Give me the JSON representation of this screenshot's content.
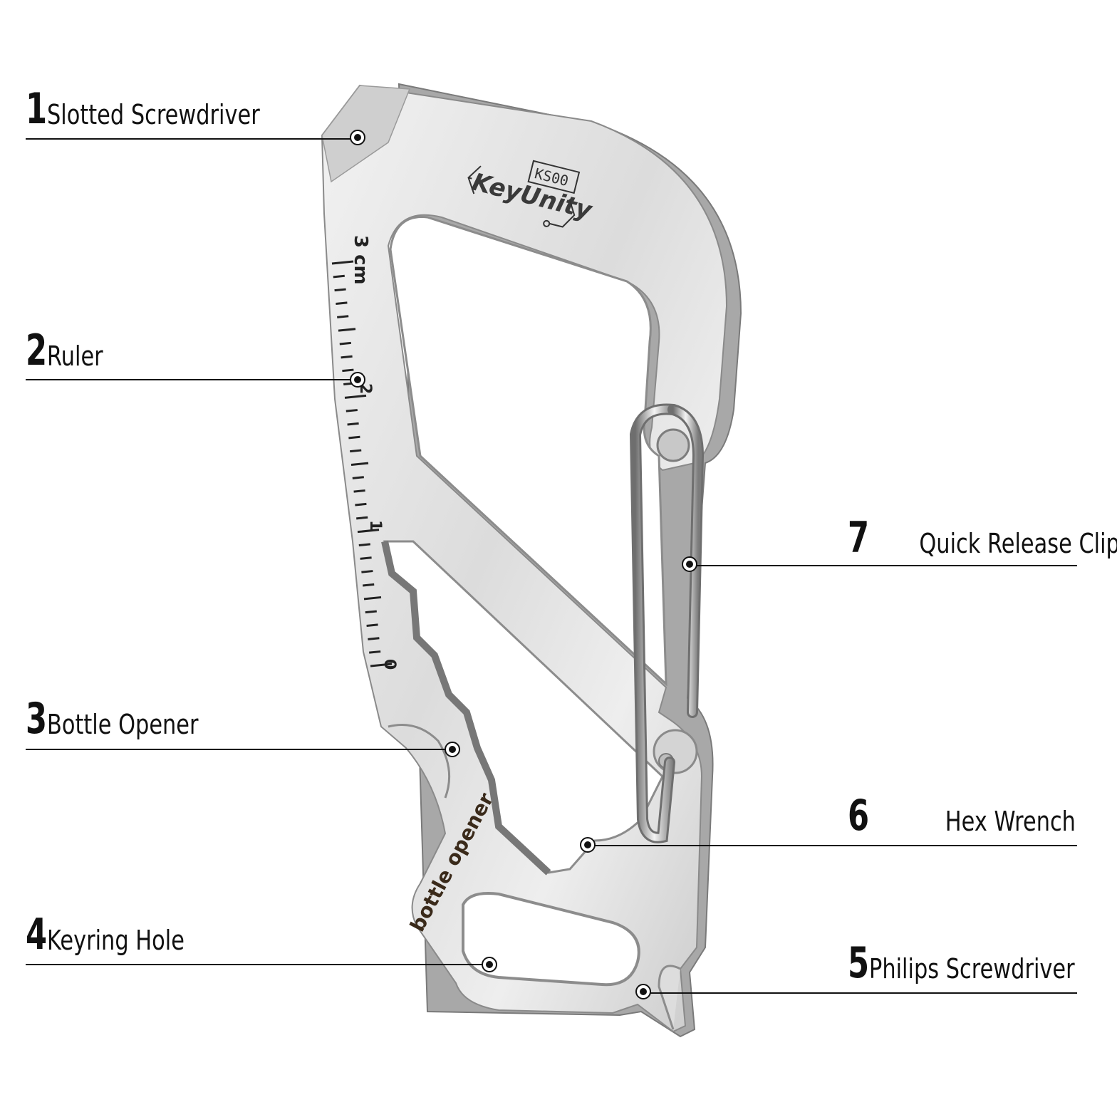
{
  "brand": {
    "logo_text": "KeyUnity",
    "model": "KS00"
  },
  "ruler": {
    "unit_label": "3 cm",
    "tick_labels": [
      "0",
      "1",
      "2"
    ]
  },
  "engraving": "bottle opener",
  "callouts": [
    {
      "number": "1",
      "label": "Slotted Screwdriver"
    },
    {
      "number": "2",
      "label": "Ruler"
    },
    {
      "number": "3",
      "label": "Bottle Opener"
    },
    {
      "number": "4",
      "label": "Keyring Hole"
    },
    {
      "number": "5",
      "label": "Philips Screwdriver"
    },
    {
      "number": "6",
      "label": "Hex Wrench"
    },
    {
      "number": "7",
      "label": "Quick Release Clip"
    }
  ],
  "colors": {
    "steel_light": "#e6e6e6",
    "steel_mid": "#c9c9c9",
    "steel_dark": "#9a9a9a",
    "line": "#111111",
    "text": "#111111"
  }
}
